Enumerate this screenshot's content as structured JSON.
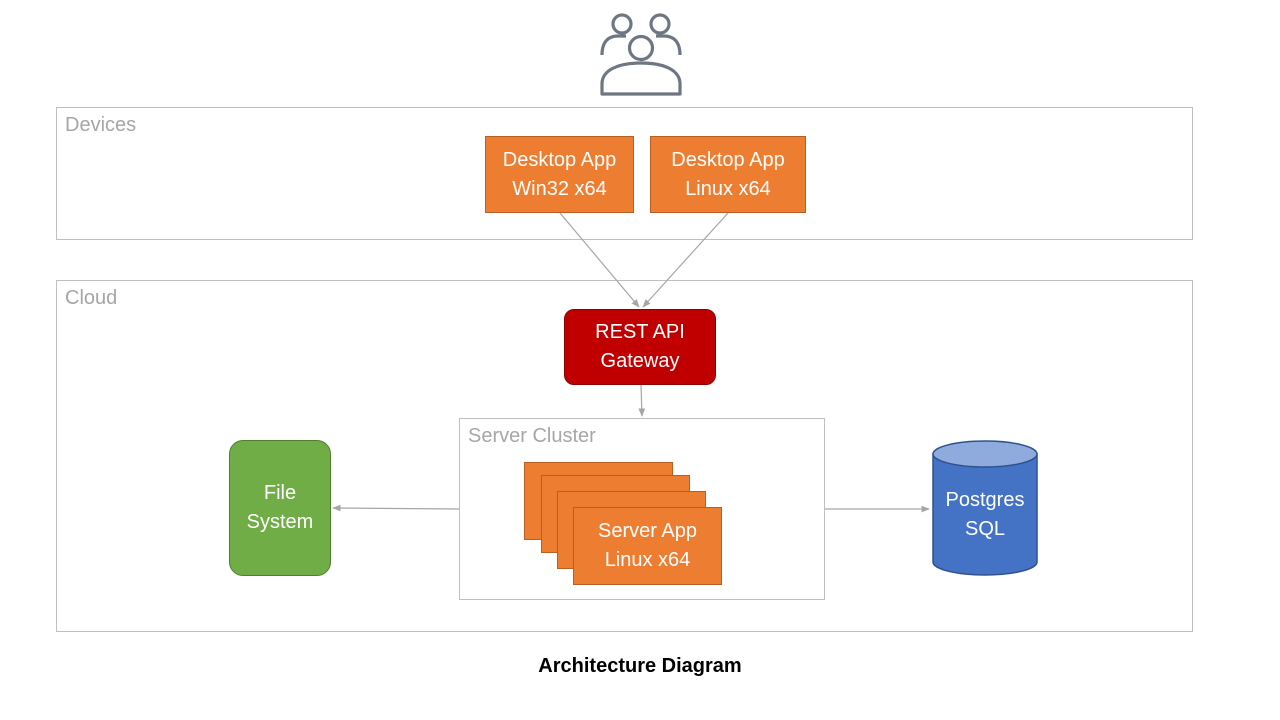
{
  "devices": {
    "label": "Devices",
    "apps": [
      {
        "line1": "Desktop App",
        "line2": "Win32 x64"
      },
      {
        "line1": "Desktop App",
        "line2": "Linux x64"
      }
    ]
  },
  "cloud": {
    "label": "Cloud",
    "gateway": {
      "line1": "REST API",
      "line2": "Gateway"
    },
    "cluster": {
      "label": "Server Cluster",
      "server_app": {
        "line1": "Server App",
        "line2": "Linux x64"
      }
    },
    "file_system": {
      "line1": "File",
      "line2": "System"
    },
    "database": {
      "line1": "Postgres",
      "line2": "SQL"
    }
  },
  "caption": "Architecture Diagram",
  "colors": {
    "orange": "#ed7d31",
    "red": "#c00000",
    "green": "#70ad47",
    "blue": "#4472c4",
    "blue_top": "#8faadc",
    "users_icon": "#6e7681",
    "border": "#bfbfbf",
    "arrow": "#a6a6a6"
  },
  "icons": {
    "users": "users-icon"
  }
}
